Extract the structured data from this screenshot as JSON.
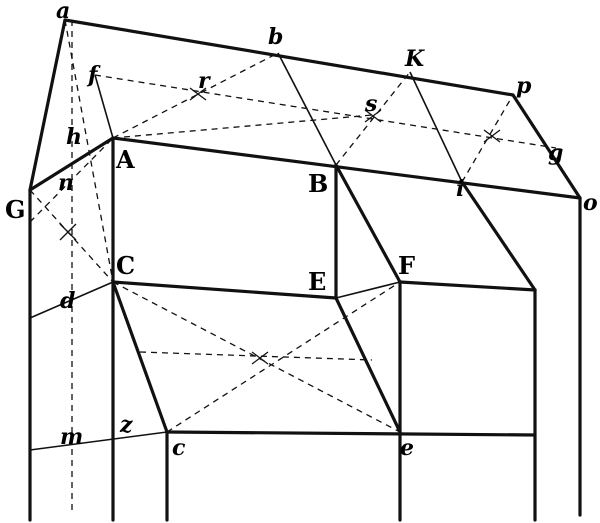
{
  "figure": {
    "labels": {
      "a": "a",
      "b": "b",
      "K": "K",
      "p": "p",
      "f": "f",
      "r": "r",
      "s": "s",
      "g": "g",
      "h": "h",
      "A": "A",
      "B": "B",
      "i": "i",
      "o": "o",
      "n": "n",
      "G": "G",
      "C": "C",
      "E": "E",
      "F": "F",
      "d": "d",
      "m": "m",
      "z": "z",
      "c": "c",
      "e": "e"
    }
  }
}
